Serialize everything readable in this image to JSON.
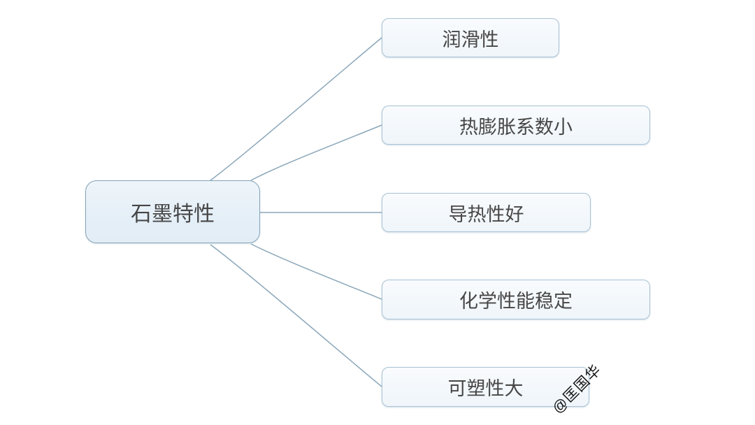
{
  "diagram": {
    "type": "mindmap",
    "root": {
      "label": "石墨特性"
    },
    "branches": [
      {
        "label": "润滑性"
      },
      {
        "label": "热膨胀系数小"
      },
      {
        "label": "导热性好"
      },
      {
        "label": "化学性能稳定"
      },
      {
        "label": "可塑性大"
      }
    ],
    "watermark": "@匡国华",
    "colors": {
      "background": "#ffffff",
      "root_fill": "#e8f1f8",
      "root_border": "#85a3b8",
      "branch_fill": "#f4f8fc",
      "branch_border": "#a9c3d5",
      "connector_line": "#8ba7b9",
      "text": "#474747",
      "watermark_text": "#161616"
    }
  }
}
